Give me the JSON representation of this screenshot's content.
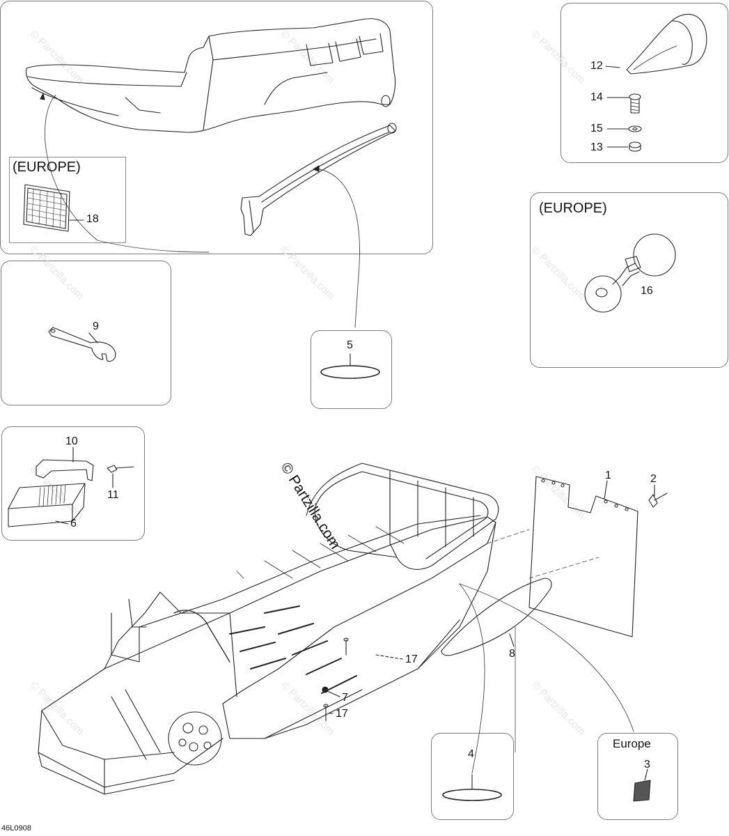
{
  "diagram_code": "46L0908",
  "watermark": "© Partzilla.com",
  "watermark_center": "© Partzilla.com",
  "regions": {
    "europe_reflector": "(EUROPE)",
    "europe_horn": "(EUROPE)",
    "europe_rear_reflector": "Europe"
  },
  "callouts": {
    "c1": "1",
    "c2": "2",
    "c3": "3",
    "c4": "4",
    "c5": "5",
    "c6": "6",
    "c7": "7",
    "c8": "8",
    "c9": "9",
    "c10": "10",
    "c11": "11",
    "c12": "12",
    "c13": "13",
    "c14": "14",
    "c15": "15",
    "c16": "16",
    "c17a": "17",
    "c17b": "17",
    "c18": "18"
  }
}
